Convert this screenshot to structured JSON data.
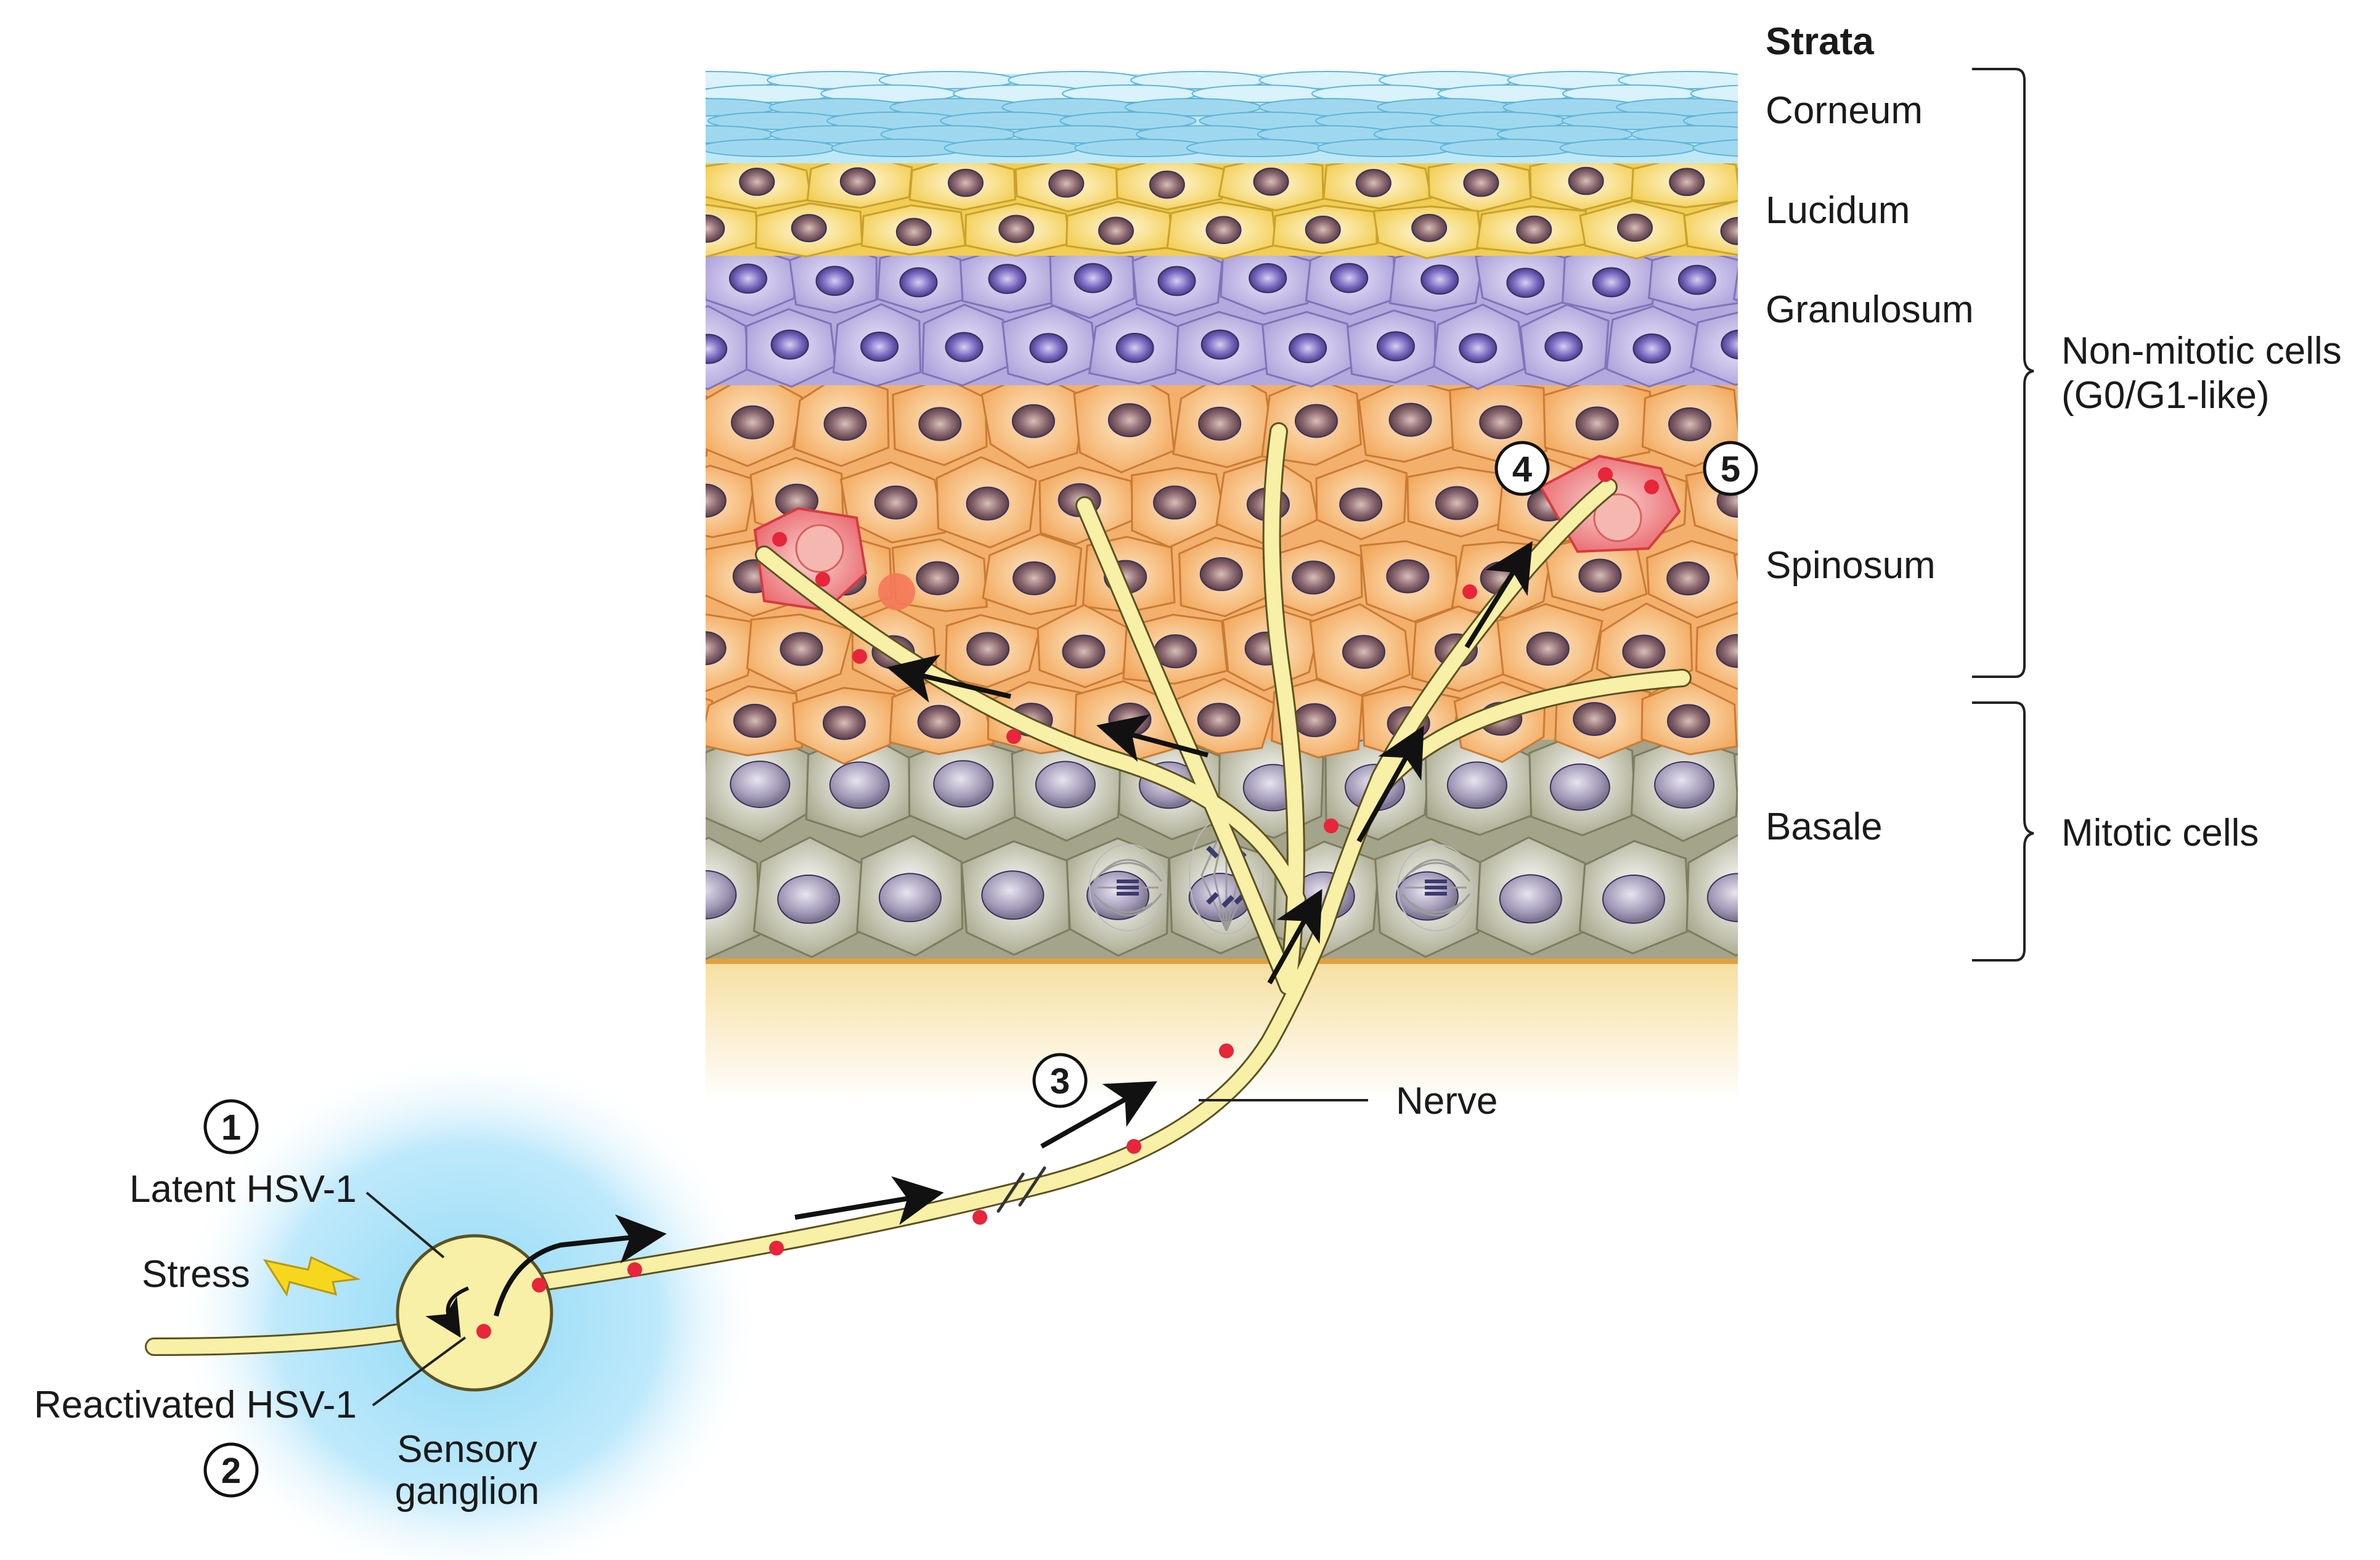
{
  "strata": {
    "header": "Strata",
    "layers": [
      "Corneum",
      "Lucidum",
      "Granulosum",
      "Spinosum",
      "Basale"
    ]
  },
  "groups": {
    "non_mitotic": "Non-mitotic cells",
    "non_mitotic_sub": "(G0/G1-like)",
    "mitotic": "Mitotic cells"
  },
  "labels": {
    "nerve": "Nerve",
    "latent": "Latent HSV-1",
    "stress": "Stress",
    "reactivated": "Reactivated HSV-1",
    "ganglion_line1": "Sensory",
    "ganglion_line2": "ganglion"
  },
  "steps": [
    "1",
    "2",
    "3",
    "4",
    "5"
  ],
  "colors": {
    "corneum": "#aee3f3",
    "lucidum": "#f4d15c",
    "granulosum": "#b6ade0",
    "spinosum": "#f3b06c",
    "basale": "#9d9d80",
    "dermis": "#f8e7b2",
    "nerve": "#f8f0a6",
    "virus": "#e8253a",
    "ganglion_glow": "#9ddff7"
  }
}
